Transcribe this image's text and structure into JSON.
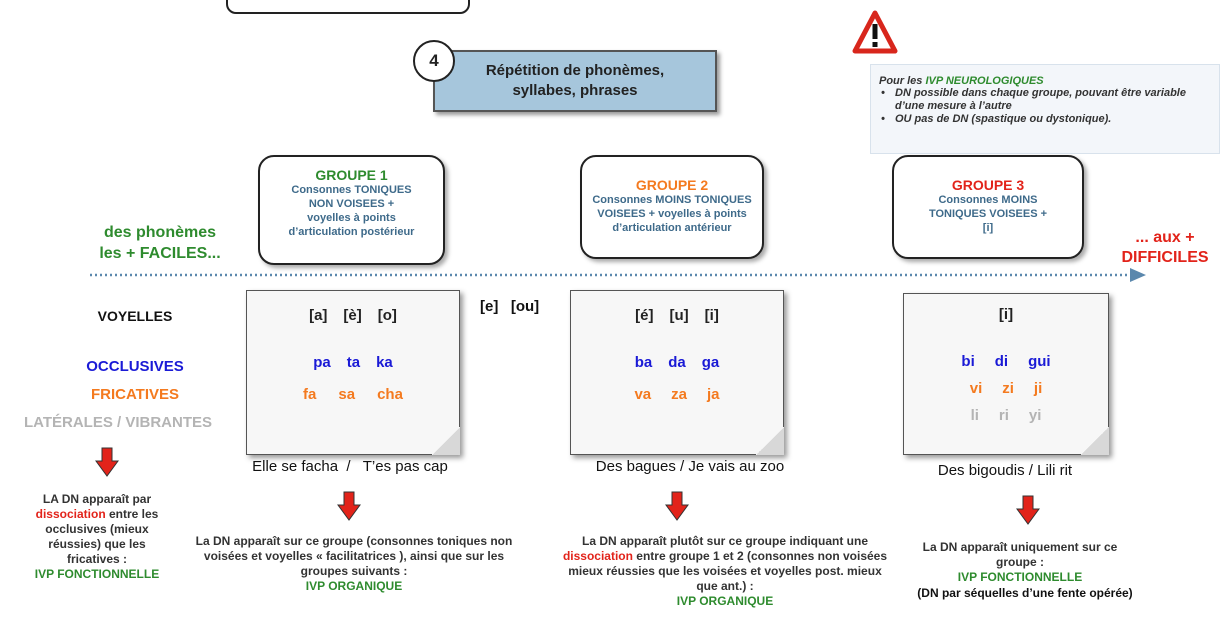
{
  "step": {
    "number": "4",
    "title": "Répétition de phonèmes, syllabes, phrases"
  },
  "warning": {
    "title_prefix": "Pour les ",
    "title_highlight": "IVP NEUROLOGIQUES",
    "bullets": [
      "DN possible dans chaque groupe, pouvant être variable d’une mesure à l’autre",
      "OU pas de DN (spastique ou dystonique)."
    ]
  },
  "axis": {
    "left_line1": "des phonèmes",
    "left_line2": "les + FACILES...",
    "right_line1": "... aux +",
    "right_line2": "DIFFICILES"
  },
  "groups": [
    {
      "title": "GROUPE 1",
      "desc": "Consonnes TONIQUES NON VOISEES + voyelles à points d’articulation postérieur"
    },
    {
      "title": "GROUPE 2",
      "desc": "Consonnes MOINS TONIQUES VOISEES + voyelles à points d’articulation antérieur"
    },
    {
      "title": "GROUPE 3",
      "desc": "Consonnes MOINS TONIQUES VOISEES + [i]"
    }
  ],
  "row_labels": {
    "vowels": "VOYELLES",
    "occlusives": "OCCLUSIVES",
    "fricatives": "FRICATIVES",
    "laterales": "LATÉRALES / VIBRANTES"
  },
  "between_vowels": "[e]   [ou]",
  "cards": [
    {
      "vowels": [
        "[a]",
        "[è]",
        "[o]"
      ],
      "occlusives": [
        "pa",
        "ta",
        "ka"
      ],
      "fricatives": [
        "fa",
        "sa",
        "cha"
      ],
      "laterales": [],
      "sentence": "Elle se facha  /   T’es pas cap"
    },
    {
      "vowels": [
        "[é]",
        "[u]",
        "[i]"
      ],
      "occlusives": [
        "ba",
        "da",
        "ga"
      ],
      "fricatives": [
        "va",
        "za",
        "ja"
      ],
      "laterales": [],
      "sentence": "Des bagues / Je vais au zoo"
    },
    {
      "vowels": [
        "[i]"
      ],
      "occlusives": [
        "bi",
        "di",
        "gui"
      ],
      "fricatives": [
        "vi",
        "zi",
        "ji"
      ],
      "laterales": [
        "li",
        "ri",
        "yi"
      ],
      "sentence": "Des bigoudis / Lili rit"
    }
  ],
  "conclusions": {
    "left": {
      "p1": "LA DN apparaît  par",
      "red": "dissociation",
      "p2": " entre les occlusives (mieux réussies) que les fricatives :",
      "green": "IVP FONCTIONNELLE"
    },
    "g1": {
      "text": "La DN apparaît sur ce groupe (consonnes toniques non voisées et voyelles « facilitatrices ), ainsi que sur les groupes suivants :",
      "green": "IVP ORGANIQUE"
    },
    "g2": {
      "p1": "La DN apparaît plutôt sur ce groupe indiquant une ",
      "red": "dissociation",
      "p2": " entre groupe 1 et 2 (consonnes non voisées mieux réussies que les voisées et voyelles post. mieux que ant.) :",
      "green": "IVP ORGANIQUE"
    },
    "g3": {
      "text": "La DN apparaît uniquement sur ce groupe :",
      "green": "IVP FONCTIONNELLE",
      "black": "(DN par séquelles d’une fente opérée)"
    }
  },
  "colors": {
    "green": "#2e8b2e",
    "orange": "#f47a1f",
    "red": "#e2231a",
    "blue": "#1a1ad6",
    "grey": "#b4b4b4",
    "title_bg": "#a6c6dc"
  }
}
